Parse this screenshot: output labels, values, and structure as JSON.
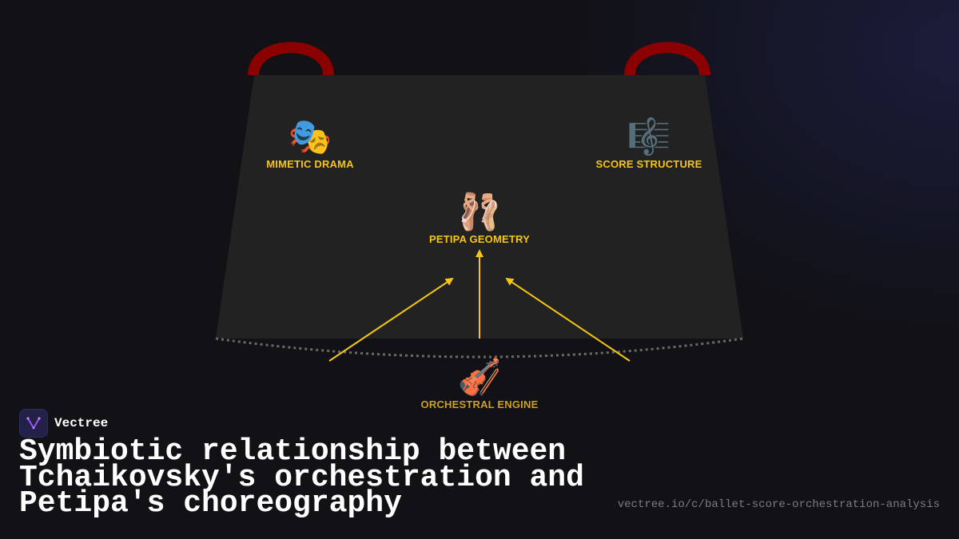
{
  "nodes": {
    "mimetic_drama": {
      "icon": "theater-masks-icon",
      "emoji": "🎭",
      "label": "MIMETIC DRAMA"
    },
    "score_structure": {
      "icon": "music-score-icon",
      "emoji": "🎼",
      "label": "SCORE STRUCTURE"
    },
    "petipa_geometry": {
      "icon": "ballet-shoes-icon",
      "emoji": "🩰",
      "label": "PETIPA GEOMETRY"
    },
    "orchestral_engine": {
      "icon": "violin-icon",
      "emoji": "🎻",
      "label": "ORCHESTRAL ENGINE"
    }
  },
  "colors": {
    "stage": "#222222",
    "curtain_handles": "#8b0000",
    "arrows": "#f5c518",
    "labels": "#f5c518",
    "engine_label": "#c9a227"
  },
  "brand": {
    "name": "Vectree"
  },
  "title": "Symbiotic relationship between Tchaikovsky's orchestration and Petipa's choreography",
  "url": "vectree.io/c/ballet-score-orchestration-analysis"
}
